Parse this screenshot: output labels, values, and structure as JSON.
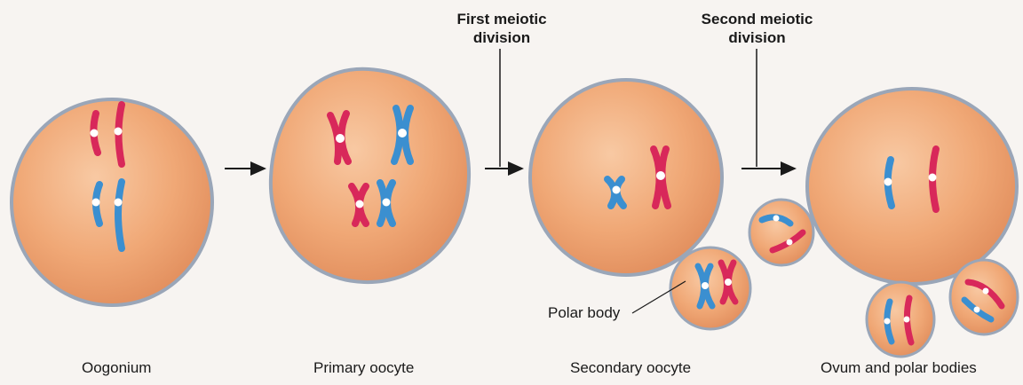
{
  "stages": {
    "oogonium": "Oogonium",
    "primary_oocyte": "Primary oocyte",
    "secondary_oocyte": "Secondary oocyte",
    "ovum_polar": "Ovum and polar bodies"
  },
  "divisions": {
    "first_line1": "First meiotic",
    "first_line2": "division",
    "second_line1": "Second meiotic",
    "second_line2": "division"
  },
  "annotations": {
    "polar_body": "Polar body"
  },
  "colors": {
    "cell_fill": "#f0a876",
    "cell_edge": "#9aa6b8",
    "maternal_chromosome": "#d8285a",
    "paternal_chromosome": "#3b8fd0",
    "centromere": "#ffffff"
  }
}
